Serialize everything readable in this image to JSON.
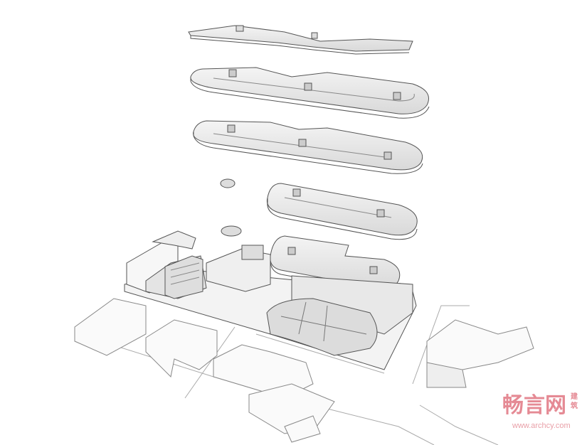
{
  "diagram": {
    "type": "exploded axonometric of a multi-level parking structure over a mixed-use city block",
    "levels": 5
  },
  "watermark": {
    "brand": "畅言网",
    "sub": "建筑",
    "url": "www.archcy.com",
    "color": "#e58a94"
  }
}
